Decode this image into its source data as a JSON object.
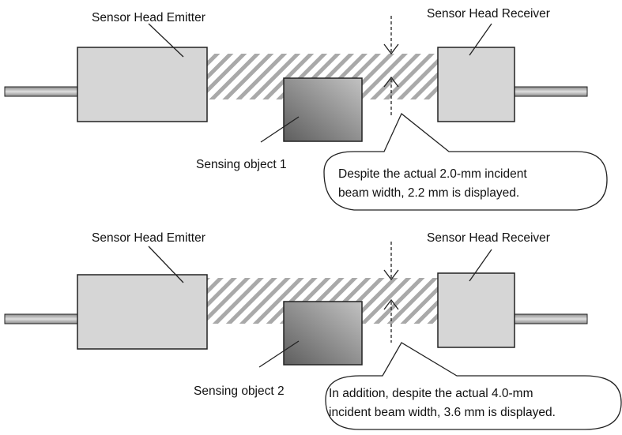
{
  "diagrams": [
    {
      "emitter_label": "Sensor Head Emitter",
      "receiver_label": "Sensor Head Receiver",
      "object_label": "Sensing object 1",
      "callout_lines": [
        "Despite the actual 2.0-mm incident",
        "beam width, 2.2 mm is displayed."
      ]
    },
    {
      "emitter_label": "Sensor Head Emitter",
      "receiver_label": "Sensor Head Receiver",
      "object_label": "Sensing object 2",
      "callout_lines": [
        "In addition, despite the actual 4.0-mm",
        "incident beam width, 3.6 mm is displayed."
      ]
    }
  ],
  "colors": {
    "head_fill": "#d6d6d6",
    "hatch_fill": "#a9a9a9",
    "object_dark": "#6a6a6a",
    "object_light": "#b8b8b8",
    "cable": "#9a9a9a",
    "stroke": "#222222"
  }
}
